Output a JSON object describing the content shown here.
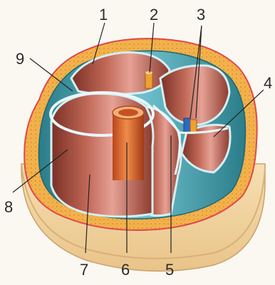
{
  "figure": {
    "labels": [
      "1",
      "2",
      "3",
      "4",
      "5",
      "6",
      "7",
      "8",
      "9"
    ],
    "colors": {
      "outer_wrap": "#f2b24c",
      "outer_wrap_dots": "#e38e2a",
      "bundle_wall_teal": "#3a9aa8",
      "bundle_wall_highlight": "#bfe6ee",
      "fibre_interior": "#b85a4d",
      "fibre_interior_dark": "#7a3025",
      "axial_tube": "#e36a2a",
      "base": "#f4d9a8"
    }
  }
}
